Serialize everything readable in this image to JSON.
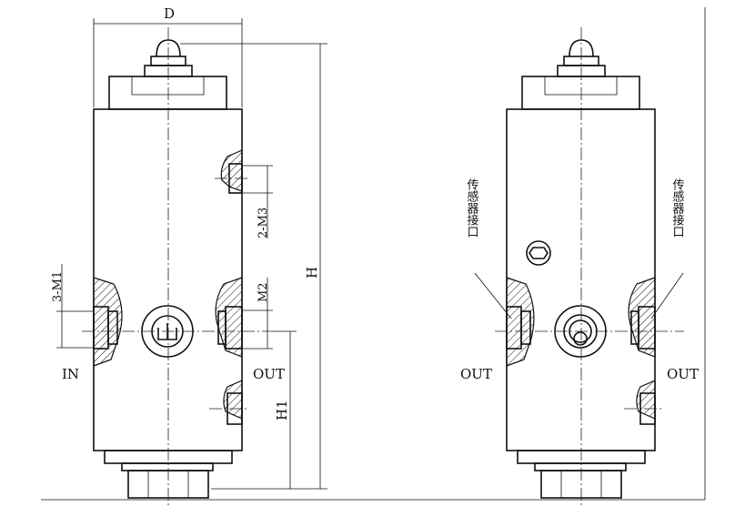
{
  "labels": {
    "dim_d": "D",
    "dim_h": "H",
    "dim_h1": "H1",
    "port_3m1": "3-M1",
    "port_2m3": "2-M3",
    "port_m2": "M2",
    "in_left": "IN",
    "out_left_view1": "OUT",
    "out_left_view2": "OUT",
    "out_right_view2": "OUT",
    "sensor_port_left": "传感器接口",
    "sensor_port_right": "传感器接口"
  },
  "colors": {
    "line": "#111111",
    "background": "#ffffff"
  }
}
